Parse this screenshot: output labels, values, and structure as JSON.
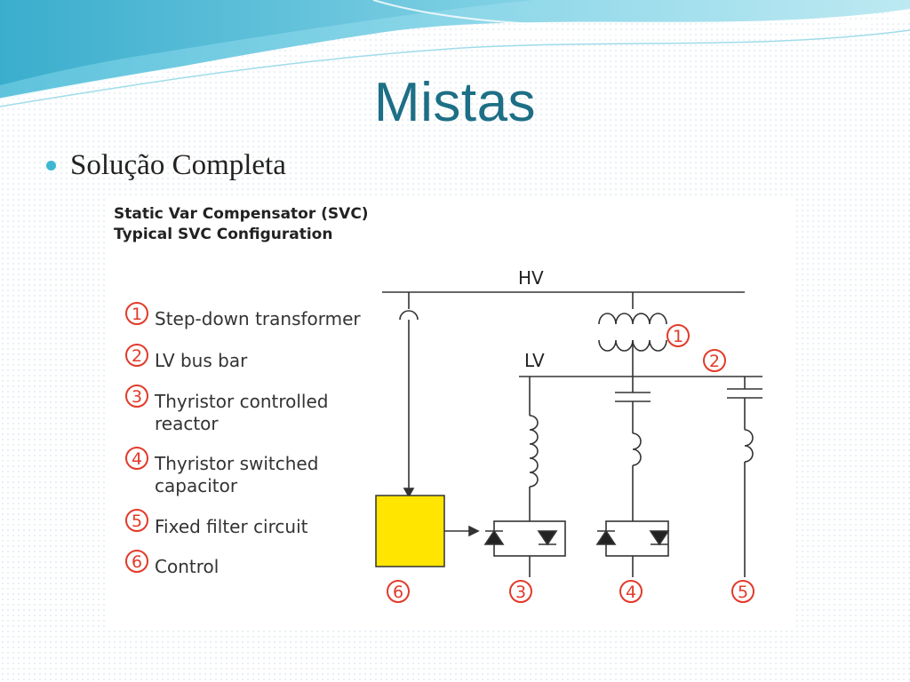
{
  "slide": {
    "title": "Mistas",
    "bullet": "Solução Completa",
    "accent_color": "#1d6f86",
    "bullet_color": "#3db7d4"
  },
  "figure": {
    "heading_line1": "Static Var Compensator (SVC)",
    "heading_line2": "Typical SVC Configuration",
    "legend": [
      {
        "number": "1",
        "lines": [
          "Step-down transformer"
        ]
      },
      {
        "number": "2",
        "lines": [
          "LV bus bar"
        ]
      },
      {
        "number": "3",
        "lines": [
          "Thyristor controlled",
          "reactor"
        ]
      },
      {
        "number": "4",
        "lines": [
          "Thyristor switched",
          "capacitor"
        ]
      },
      {
        "number": "5",
        "lines": [
          "Fixed filter circuit"
        ]
      },
      {
        "number": "6",
        "lines": [
          "Control"
        ]
      }
    ],
    "hv_label": "HV",
    "lv_label": "LV",
    "diagram_numbers": {
      "transformer": "1",
      "bus": "2",
      "tcr": "3",
      "tsc": "4",
      "filter": "5",
      "control": "6"
    },
    "number_color": "#e23a2a",
    "control_box_color": "#ffe500"
  }
}
